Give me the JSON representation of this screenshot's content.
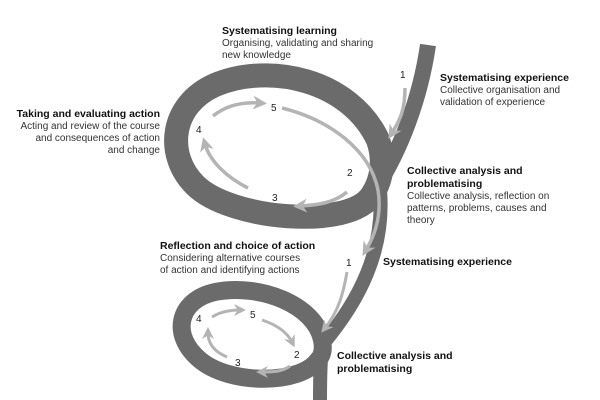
{
  "colors": {
    "band": "#6b6b6b",
    "arrow": "#b4b4b4",
    "text": "#1a1a1a",
    "background": "#ffffff"
  },
  "labels": {
    "systematising_learning": {
      "title": "Systematising learning",
      "desc_line1": "Organising, validating and sharing",
      "desc_line2": "new knowledge"
    },
    "systematising_experience_top": {
      "title": "Systematising experience",
      "desc_line1": "Collective organisation and",
      "desc_line2": "validation of experience"
    },
    "taking_evaluating_action": {
      "title": "Taking and evaluating action",
      "desc_line1": "Acting and review of the course",
      "desc_line2": "and consequences of action",
      "desc_line3": "and change"
    },
    "collective_analysis_top": {
      "title_line1": "Collective analysis and",
      "title_line2": "problematising",
      "desc_line1": "Collective analysis, reflection on",
      "desc_line2": "patterns, problems, causes and",
      "desc_line3": "theory"
    },
    "reflection_choice": {
      "title": "Reflection and choice of action",
      "desc_line1": "Considering alternative courses",
      "desc_line2": "of action and identifying actions"
    },
    "systematising_experience_bottom": {
      "title": "Systematising experience"
    },
    "collective_analysis_bottom": {
      "title_line1": "Collective analysis and",
      "title_line2": "problematising"
    }
  },
  "upper_cycle": {
    "steps": [
      "1",
      "2",
      "3",
      "4",
      "5"
    ]
  },
  "lower_cycle": {
    "steps": [
      "1",
      "2",
      "3",
      "4",
      "5"
    ]
  }
}
